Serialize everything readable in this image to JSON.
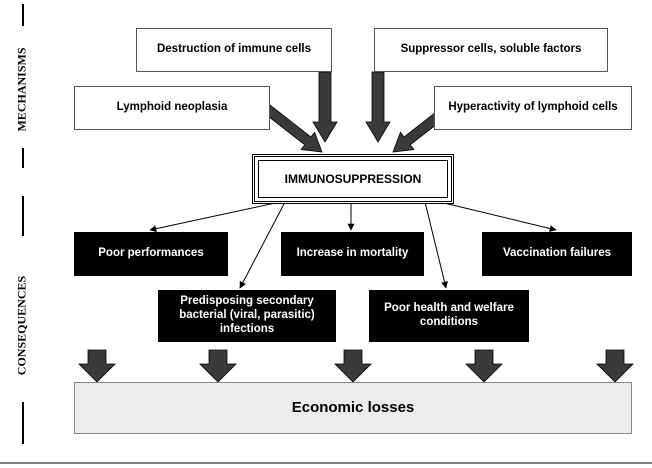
{
  "side_labels": {
    "mechanisms": "MECHANISMS",
    "consequences": "CONSEQUENCES"
  },
  "mechanisms": {
    "destruction": "Destruction of immune cells",
    "suppressor": "Suppressor cells, soluble factors",
    "neoplasia": "Lymphoid neoplasia",
    "hyperactivity": "Hyperactivity of lymphoid cells"
  },
  "center": "IMMUNOSUPPRESSION",
  "consequences": {
    "poor_performances": "Poor performances",
    "mortality": "Increase in mortality",
    "vaccination": "Vaccination failures",
    "predisposing": "Predisposing secondary bacterial (viral, parasitic) infections",
    "health": "Poor health and welfare conditions"
  },
  "outcome": "Economic losses",
  "colors": {
    "arrow_fill": "#3a3a3a",
    "outcome_fill": "#ececec",
    "box_black": "#000000"
  }
}
